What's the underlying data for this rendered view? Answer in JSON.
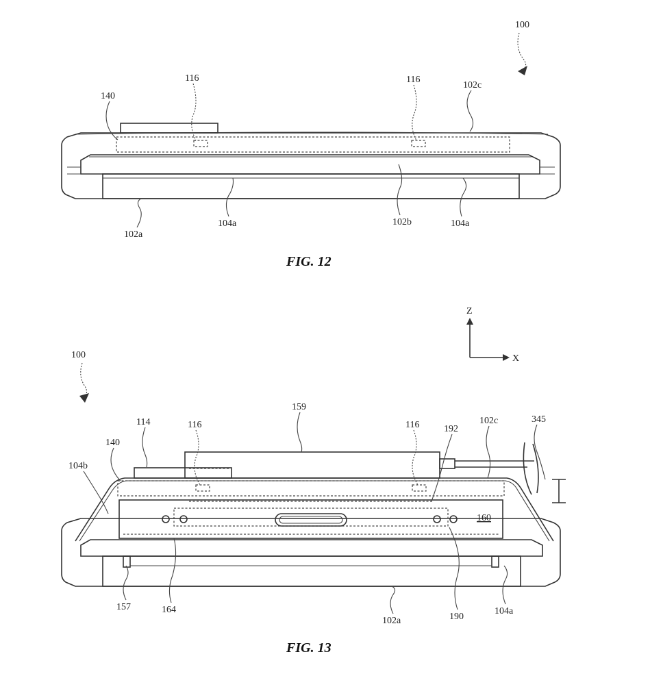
{
  "figures": [
    {
      "caption": "FIG. 12",
      "labels": {
        "device": "100",
        "sensor_left": "116",
        "sensor_right": "116",
        "board": "140",
        "housing_top": "102c",
        "housing_bottom": "102a",
        "rail_left": "104a",
        "display": "102b",
        "rail_right": "104a"
      }
    },
    {
      "caption": "FIG. 13",
      "labels": {
        "device": "100",
        "axis_z": "Z",
        "axis_x": "X",
        "button": "114",
        "board": "140",
        "side_left": "104b",
        "sensor_left": "116",
        "connector_module": "159",
        "sensor_right": "116",
        "cable": "192",
        "housing_top": "102c",
        "dimension": "345",
        "port_block": "160",
        "foot": "157",
        "port_frame": "164",
        "housing_bottom": "102a",
        "port_label": "190",
        "rail_right": "104a"
      }
    }
  ]
}
